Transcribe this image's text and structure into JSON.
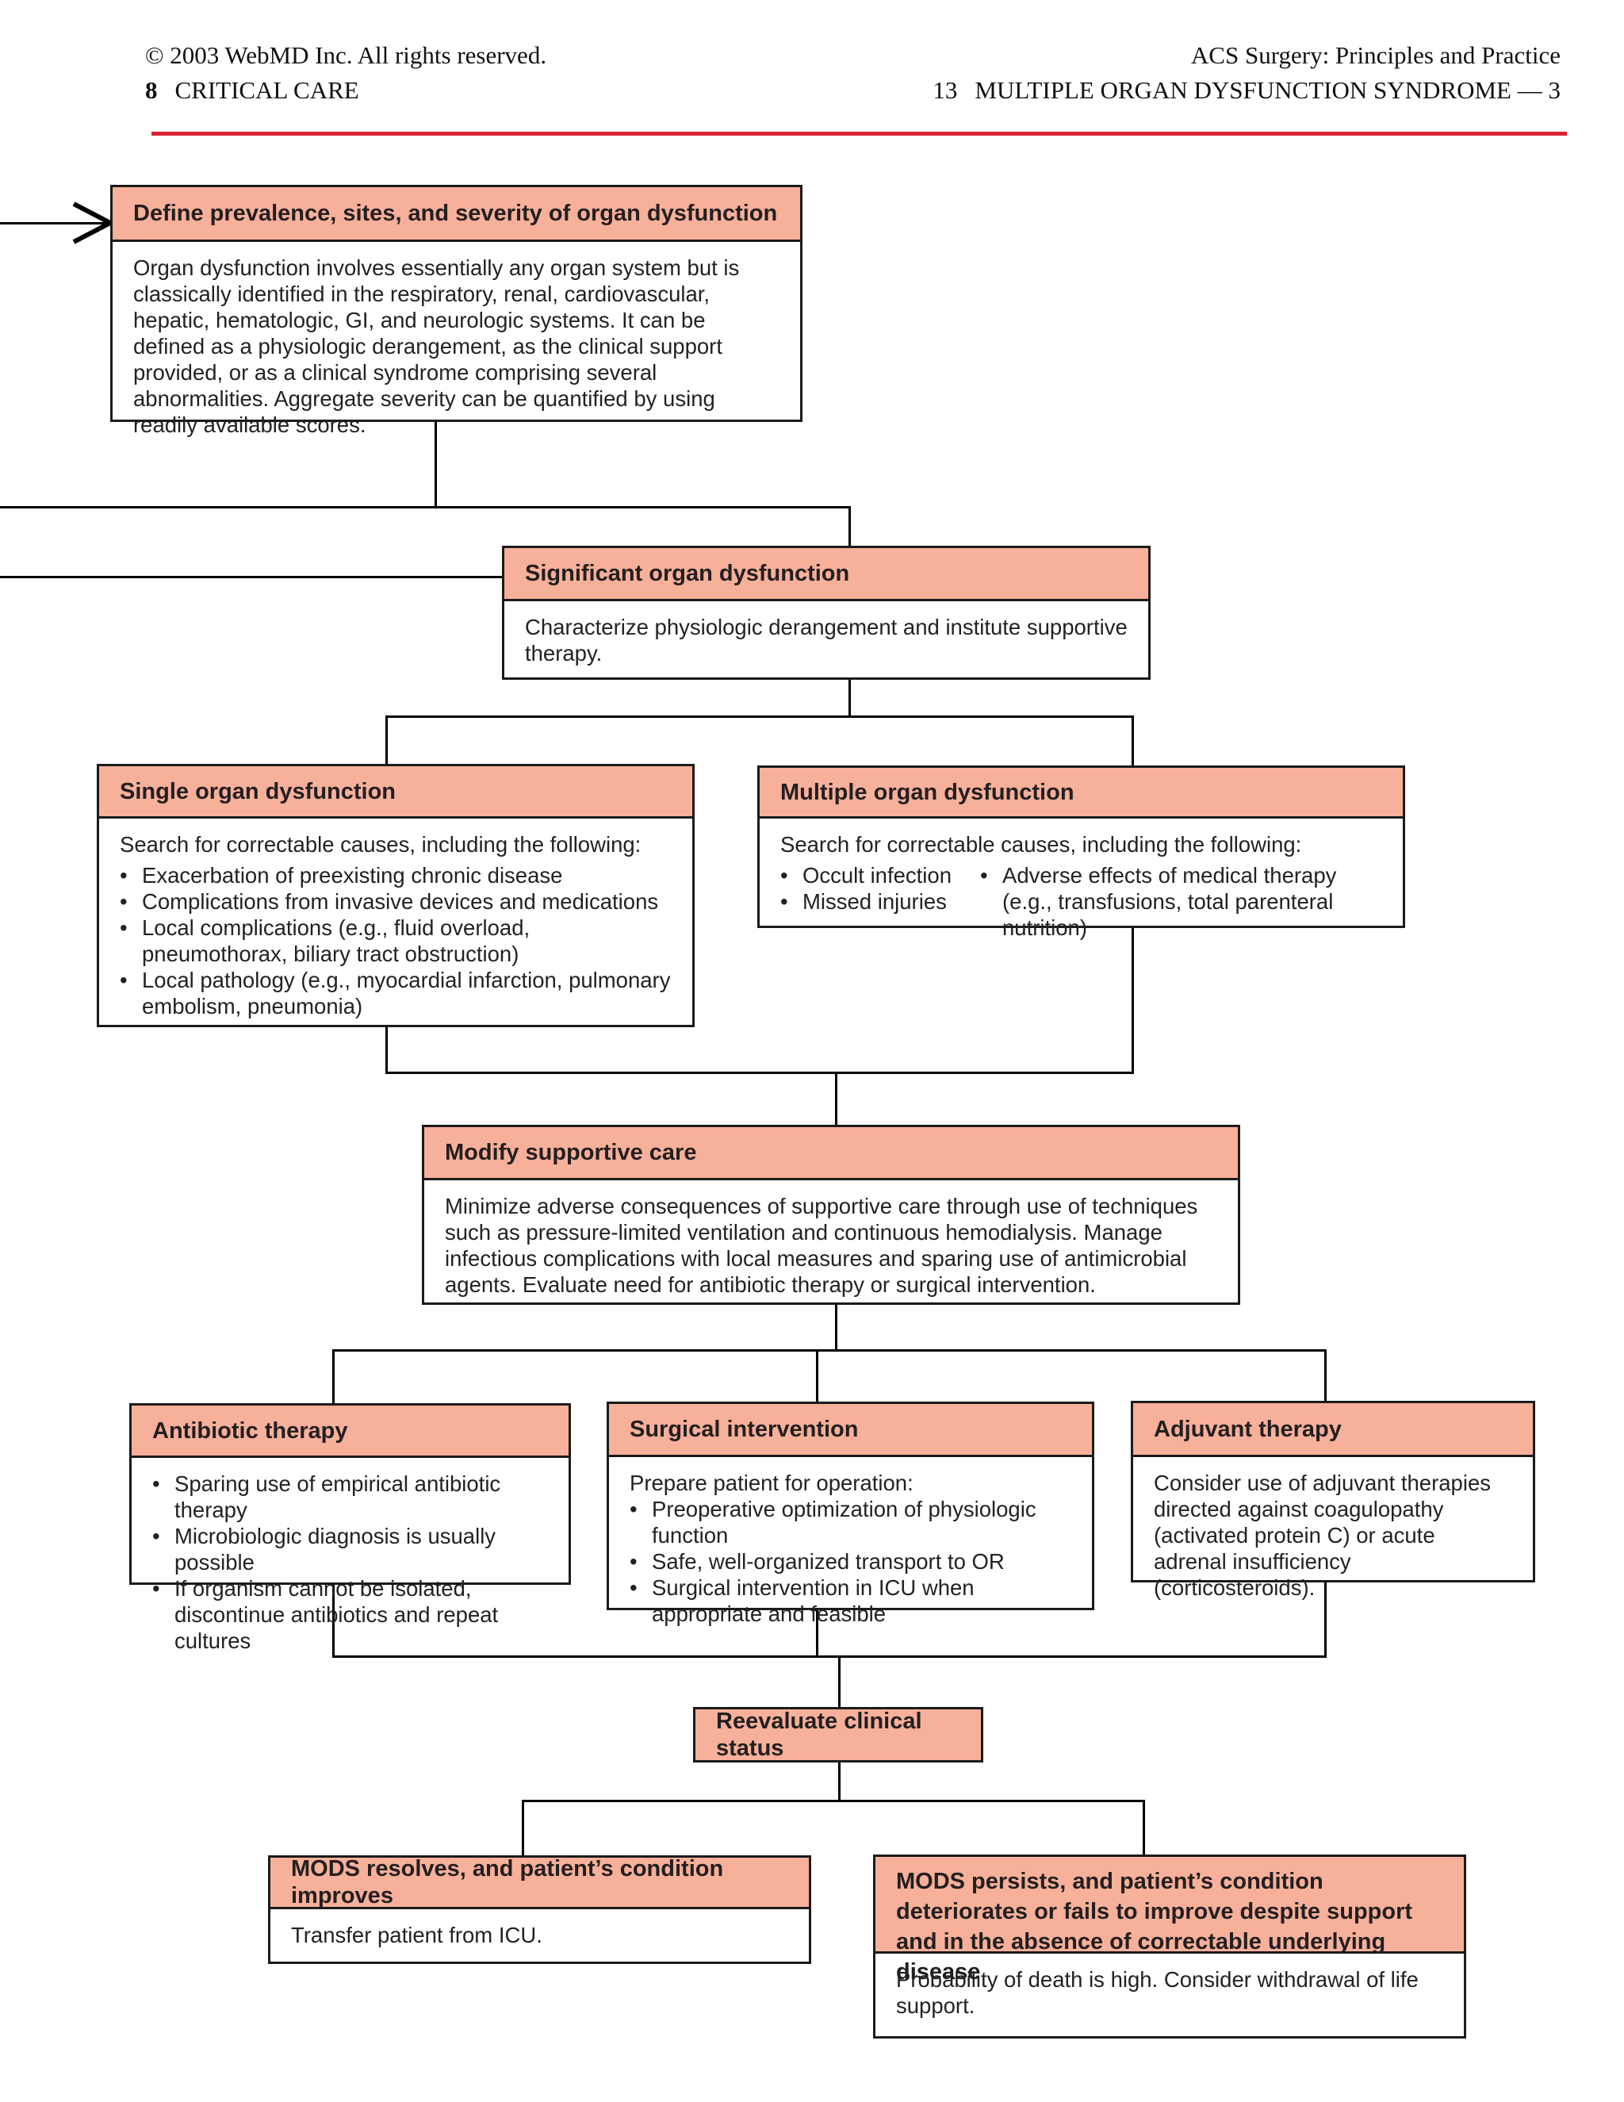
{
  "page": {
    "copyright": "© 2003 WebMD Inc. All rights reserved.",
    "section_number": "8",
    "section_title": "CRITICAL CARE",
    "book_title": "ACS Surgery: Principles and Practice",
    "chapter_number": "13",
    "chapter_title": "MULTIPLE ORGAN DYSFUNCTION SYNDROME — 3"
  },
  "colors": {
    "box_header_fill": "#f7b09a",
    "box_border": "#1b1b1b",
    "connector_line": "#000000",
    "header_rule_red": "#d92432"
  },
  "bullet_char": "•",
  "boxes": {
    "define": {
      "title": "Define prevalence, sites, and severity of organ dysfunction",
      "body": "Organ dysfunction involves essentially any organ system but is classically identified in the respiratory, renal, cardiovascular, hepatic, hematologic, GI, and neurologic systems. It can be defined as a physiologic derangement, as the clinical support provided, or as a clinical syndrome comprising several abnormalities. Aggregate severity can be quantified by using readily available scores."
    },
    "significant": {
      "title": "Significant organ dysfunction",
      "body": "Characterize physiologic derangement and institute supportive therapy."
    },
    "single": {
      "title": "Single organ dysfunction",
      "lead": "Search for correctable causes, including the following:",
      "bullets": [
        "Exacerbation of preexisting chronic disease",
        "Complications from invasive devices and medications",
        "Local complications (e.g., fluid overload, pneumothorax, biliary tract obstruction)",
        "Local pathology (e.g., myocardial infarction, pulmonary embolism, pneumonia)"
      ]
    },
    "multiple": {
      "title": "Multiple organ dysfunction",
      "lead": "Search for correctable causes, including the following:",
      "col1": [
        "Occult infection",
        "Missed injuries"
      ],
      "col2": [
        "Adverse effects of medical therapy (e.g., transfusions, total parenteral nutrition)"
      ]
    },
    "modify": {
      "title": "Modify supportive care",
      "body": "Minimize adverse consequences of supportive care through use of techniques such as pressure-limited ventilation and continuous hemodialysis. Manage infectious complications with local measures and sparing use of antimicrobial agents. Evaluate need for antibiotic therapy or surgical intervention."
    },
    "antibiotic": {
      "title": "Antibiotic therapy",
      "bullets": [
        "Sparing use of empirical antibiotic therapy",
        "Microbiologic diagnosis is usually possible",
        "If organism cannot be isolated, discontinue antibiotics and repeat cultures"
      ]
    },
    "surgical": {
      "title": "Surgical intervention",
      "lead": "Prepare patient for operation:",
      "bullets": [
        "Preoperative optimization of physiologic function",
        "Safe, well-organized transport to OR",
        "Surgical intervention in ICU when appropriate and feasible"
      ]
    },
    "adjuvant": {
      "title": "Adjuvant therapy",
      "body": "Consider use of adjuvant therapies directed against coagulopathy (activated protein C) or acute adrenal insufficiency (corticosteroids)."
    },
    "reevaluate": {
      "title": "Reevaluate clinical status"
    },
    "resolves": {
      "title": "MODS resolves, and patient’s condition improves",
      "body": "Transfer patient from ICU."
    },
    "persists": {
      "title": "MODS persists, and patient’s condition deteriorates or fails to improve despite support and in the absence of correctable underlying disease",
      "body": "Probability of death is high. Consider withdrawal of life support."
    }
  }
}
